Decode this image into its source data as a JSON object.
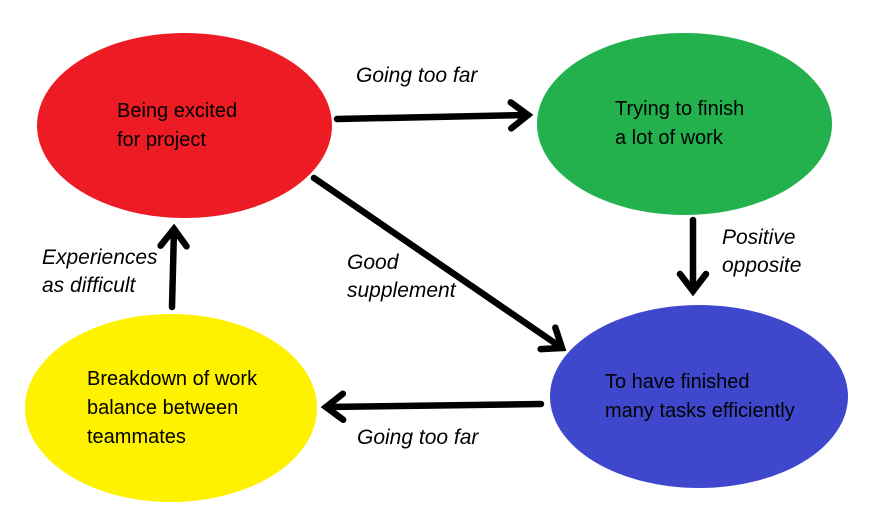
{
  "diagram": {
    "background_color": "#ffffff",
    "arrow_color": "#000000",
    "nodes": [
      {
        "id": "being-excited",
        "label": "Being excited\nfor project",
        "color": "#ED1C24",
        "text_color": "#000000"
      },
      {
        "id": "trying-to-finish",
        "label": "Trying to finish\na lot of work",
        "color": "#22B14C",
        "text_color": "#000000"
      },
      {
        "id": "finished-tasks",
        "label": "To have finished\nmany tasks efficiently",
        "color": "#3F48CC",
        "text_color": "#000000"
      },
      {
        "id": "work-breakdown",
        "label": "Breakdown of work\nbalance between\nteammates",
        "color": "#FFF200",
        "text_color": "#000000"
      }
    ],
    "edges": [
      {
        "from": "being-excited",
        "to": "trying-to-finish",
        "label": "Going too far"
      },
      {
        "from": "trying-to-finish",
        "to": "finished-tasks",
        "label": "Positive\nopposite"
      },
      {
        "from": "being-excited",
        "to": "finished-tasks",
        "label": "Good\nsupplement"
      },
      {
        "from": "finished-tasks",
        "to": "work-breakdown",
        "label": "Going too far"
      },
      {
        "from": "work-breakdown",
        "to": "being-excited",
        "label": "Experiences\nas difficult"
      }
    ]
  }
}
